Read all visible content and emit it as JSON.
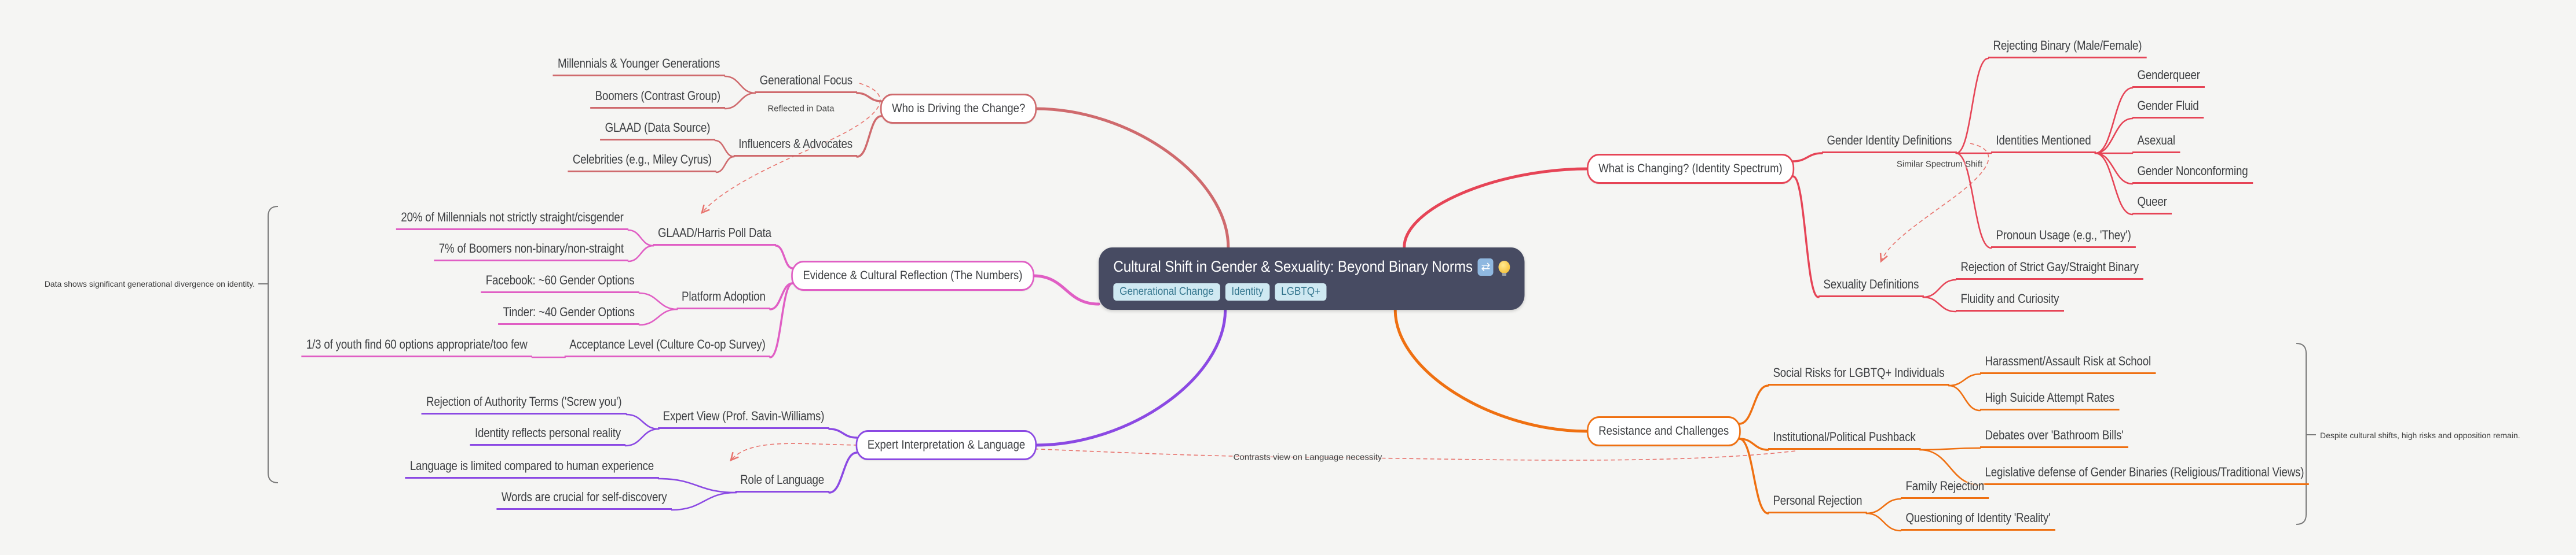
{
  "root": {
    "title": "Cultural Shift in Gender & Sexuality: Beyond Binary Norms",
    "icons": [
      {
        "name": "refresh-icon",
        "glyph": "⇄"
      },
      {
        "name": "lightbulb-icon",
        "glyph": "💡"
      }
    ],
    "tags": [
      "Generational Change",
      "Identity",
      "LGBTQ+"
    ]
  },
  "branches": [
    {
      "id": "who",
      "label": "Who is Driving the Change?",
      "color": "#cf6a6d",
      "side": "left",
      "children": [
        {
          "id": "generational-focus",
          "label": "Generational Focus",
          "children": [
            {
              "id": "millennials",
              "label": "Millennials & Younger Generations"
            },
            {
              "id": "boomers",
              "label": "Boomers (Contrast Group)"
            }
          ]
        },
        {
          "id": "influencers",
          "label": "Influencers & Advocates",
          "children": [
            {
              "id": "glaad-source",
              "label": "GLAAD (Data Source)"
            },
            {
              "id": "celebrities",
              "label": "Celebrities (e.g., Miley Cyrus)"
            }
          ]
        }
      ]
    },
    {
      "id": "evidence",
      "label": "Evidence & Cultural Reflection (The Numbers)",
      "color": "#e05ec4",
      "side": "left",
      "children": [
        {
          "id": "glaad-harris",
          "label": "GLAAD/Harris Poll Data",
          "children": [
            {
              "id": "stat-20",
              "label": "20% of Millennials not strictly straight/cisgender"
            },
            {
              "id": "stat-7",
              "label": "7% of Boomers non-binary/non-straight"
            }
          ]
        },
        {
          "id": "platform-adoption",
          "label": "Platform Adoption",
          "children": [
            {
              "id": "facebook",
              "label": "Facebook: ~60 Gender Options"
            },
            {
              "id": "tinder",
              "label": "Tinder: ~40 Gender Options"
            }
          ]
        },
        {
          "id": "acceptance",
          "label": "Acceptance Level (Culture Co-op Survey)",
          "children": [
            {
              "id": "one-third",
              "label": "1/3 of youth find 60 options appropriate/too few"
            }
          ]
        }
      ]
    },
    {
      "id": "expert",
      "label": "Expert Interpretation & Language",
      "color": "#8b49e3",
      "side": "left",
      "children": [
        {
          "id": "expert-view",
          "label": "Expert View (Prof. Savin-Williams)",
          "children": [
            {
              "id": "rejection-authority",
              "label": "Rejection of Authority Terms ('Screw you')"
            },
            {
              "id": "identity-reality",
              "label": "Identity reflects personal reality"
            }
          ]
        },
        {
          "id": "role-language",
          "label": "Role of Language",
          "children": [
            {
              "id": "language-limited",
              "label": "Language is limited compared to human experience"
            },
            {
              "id": "words-crucial",
              "label": "Words are crucial for self-discovery"
            }
          ]
        }
      ]
    },
    {
      "id": "what",
      "label": "What is Changing? (Identity Spectrum)",
      "color": "#e64456",
      "side": "right",
      "children": [
        {
          "id": "gender-identity-defs",
          "label": "Gender Identity Definitions",
          "children": [
            {
              "id": "rejecting-binary",
              "label": "Rejecting Binary (Male/Female)"
            },
            {
              "id": "identities-mentioned",
              "label": "Identities Mentioned",
              "children": [
                {
                  "id": "genderqueer",
                  "label": "Genderqueer"
                },
                {
                  "id": "gender-fluid",
                  "label": "Gender Fluid"
                },
                {
                  "id": "asexual",
                  "label": "Asexual"
                },
                {
                  "id": "gender-nonconforming",
                  "label": "Gender Nonconforming"
                },
                {
                  "id": "queer",
                  "label": "Queer"
                }
              ]
            },
            {
              "id": "pronoun-usage",
              "label": "Pronoun Usage (e.g., 'They')"
            }
          ]
        },
        {
          "id": "sexuality-defs",
          "label": "Sexuality Definitions",
          "children": [
            {
              "id": "rejection-strict",
              "label": "Rejection of Strict Gay/Straight Binary"
            },
            {
              "id": "fluidity",
              "label": "Fluidity and Curiosity"
            }
          ]
        }
      ]
    },
    {
      "id": "resistance",
      "label": "Resistance and Challenges",
      "color": "#ef7011",
      "side": "right",
      "children": [
        {
          "id": "social-risks",
          "label": "Social Risks for LGBTQ+ Individuals",
          "children": [
            {
              "id": "harassment",
              "label": "Harassment/Assault Risk at School"
            },
            {
              "id": "suicide",
              "label": "High Suicide Attempt Rates"
            }
          ]
        },
        {
          "id": "inst-pushback",
          "label": "Institutional/Political Pushback",
          "children": [
            {
              "id": "bathroom-bills",
              "label": "Debates over 'Bathroom Bills'"
            },
            {
              "id": "legislative",
              "label": "Legislative defense of Gender Binaries (Religious/Traditional Views)"
            }
          ]
        },
        {
          "id": "personal-rejection",
          "label": "Personal Rejection",
          "children": [
            {
              "id": "family-rejection",
              "label": "Family Rejection"
            },
            {
              "id": "questioning",
              "label": "Questioning of Identity 'Reality'"
            }
          ]
        }
      ]
    }
  ],
  "cross_links": [
    {
      "id": "reflected",
      "label": "Reflected in Data",
      "from": "Generational Focus",
      "to": "GLAAD/Harris Poll Data"
    },
    {
      "id": "similar",
      "label": "Similar Spectrum Shift",
      "from": "Gender Identity Definitions",
      "to": "Sexuality Definitions"
    },
    {
      "id": "contrasts",
      "label": "Contrasts view on Language necessity",
      "from": "Institutional/Political Pushback",
      "to": "Role of Language"
    }
  ],
  "annotations": [
    {
      "id": "left-note",
      "text": "Data shows significant generational divergence on identity."
    },
    {
      "id": "right-note",
      "text": "Despite cultural shifts, high risks and opposition remain."
    }
  ],
  "colors": {
    "root_bg": "#474b62",
    "tag_bg": "#cfe9f2",
    "tag_text": "#35768e",
    "crosslink": "#e8736d",
    "bracket": "#7a7a7a",
    "text": "#3e4043",
    "canvas_bg": "#f5f5f3"
  }
}
